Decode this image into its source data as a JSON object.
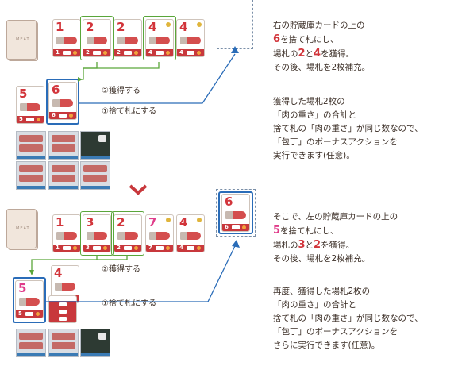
{
  "deck_label": "MEAT",
  "top": {
    "market_cards": [
      {
        "num": "1",
        "bar": "1"
      },
      {
        "num": "2",
        "bar": "2"
      },
      {
        "num": "2",
        "bar": "2"
      },
      {
        "num": "4",
        "bar": "4"
      },
      {
        "num": "4",
        "bar": "4"
      }
    ],
    "hand_cards": [
      {
        "num": "5",
        "color": "red",
        "bar": "5"
      },
      {
        "num": "6",
        "color": "red",
        "bar": "6"
      }
    ],
    "acquire_note": "②獲得する",
    "discard_note": "①捨て札にする",
    "text_block1": [
      [
        {
          "t": "右の貯蔵庫カードの上の"
        }
      ],
      [
        {
          "t": "6",
          "c": "rd"
        },
        {
          "t": "を捨て札にし、"
        }
      ],
      [
        {
          "t": "場札の"
        },
        {
          "t": "2",
          "c": "rd"
        },
        {
          "t": "と"
        },
        {
          "t": "4",
          "c": "rd"
        },
        {
          "t": "を獲得。"
        }
      ],
      [
        {
          "t": "その後、場札を2枚補充。"
        }
      ]
    ],
    "text_block2": [
      [
        {
          "t": "獲得した場札2枚の"
        }
      ],
      [
        {
          "t": "「肉の重さ」の合計と"
        }
      ],
      [
        {
          "t": "捨て札の「肉の重さ」が同じ数なので、"
        }
      ],
      [
        {
          "t": "「包丁」のボーナスアクションを"
        }
      ],
      [
        {
          "t": "実行できます(任意)。"
        }
      ]
    ]
  },
  "bottom": {
    "market_cards": [
      {
        "num": "1",
        "bar": "1"
      },
      {
        "num": "3",
        "bar": "3"
      },
      {
        "num": "2",
        "bar": "2"
      },
      {
        "num": "7",
        "bar": "7"
      },
      {
        "num": "4",
        "bar": "4"
      }
    ],
    "discard_card": {
      "num": "6",
      "bar": "6"
    },
    "hand_cards": [
      {
        "num": "4",
        "color": "red",
        "bar": "4"
      },
      {
        "num": "5",
        "color": "pink",
        "bar": "5"
      }
    ],
    "acquire_note": "②獲得する",
    "discard_note": "①捨て札にする",
    "text_block1": [
      [
        {
          "t": "そこで、左の貯蔵庫カードの上の"
        }
      ],
      [
        {
          "t": "5",
          "c": "pk"
        },
        {
          "t": "を捨て札にし、"
        }
      ],
      [
        {
          "t": "場札の"
        },
        {
          "t": "3",
          "c": "rd"
        },
        {
          "t": "と"
        },
        {
          "t": "2",
          "c": "rd"
        },
        {
          "t": "を獲得。"
        }
      ],
      [
        {
          "t": "その後、場札を2枚補充。"
        }
      ]
    ],
    "text_block2": [
      [
        {
          "t": "再度、獲得した場札2枚の"
        }
      ],
      [
        {
          "t": "「肉の重さ」の合計と"
        }
      ],
      [
        {
          "t": "捨て札の「肉の重さ」が同じ数なので、"
        }
      ],
      [
        {
          "t": "「包丁」のボーナスアクションを"
        }
      ],
      [
        {
          "t": "さらに実行できます(任意)。"
        }
      ]
    ]
  },
  "colors": {
    "green": "#5aa63a",
    "blue": "#2a6cb8",
    "red": "#d2353b",
    "pink": "#e03c8a",
    "arrow": "#c8383c"
  }
}
